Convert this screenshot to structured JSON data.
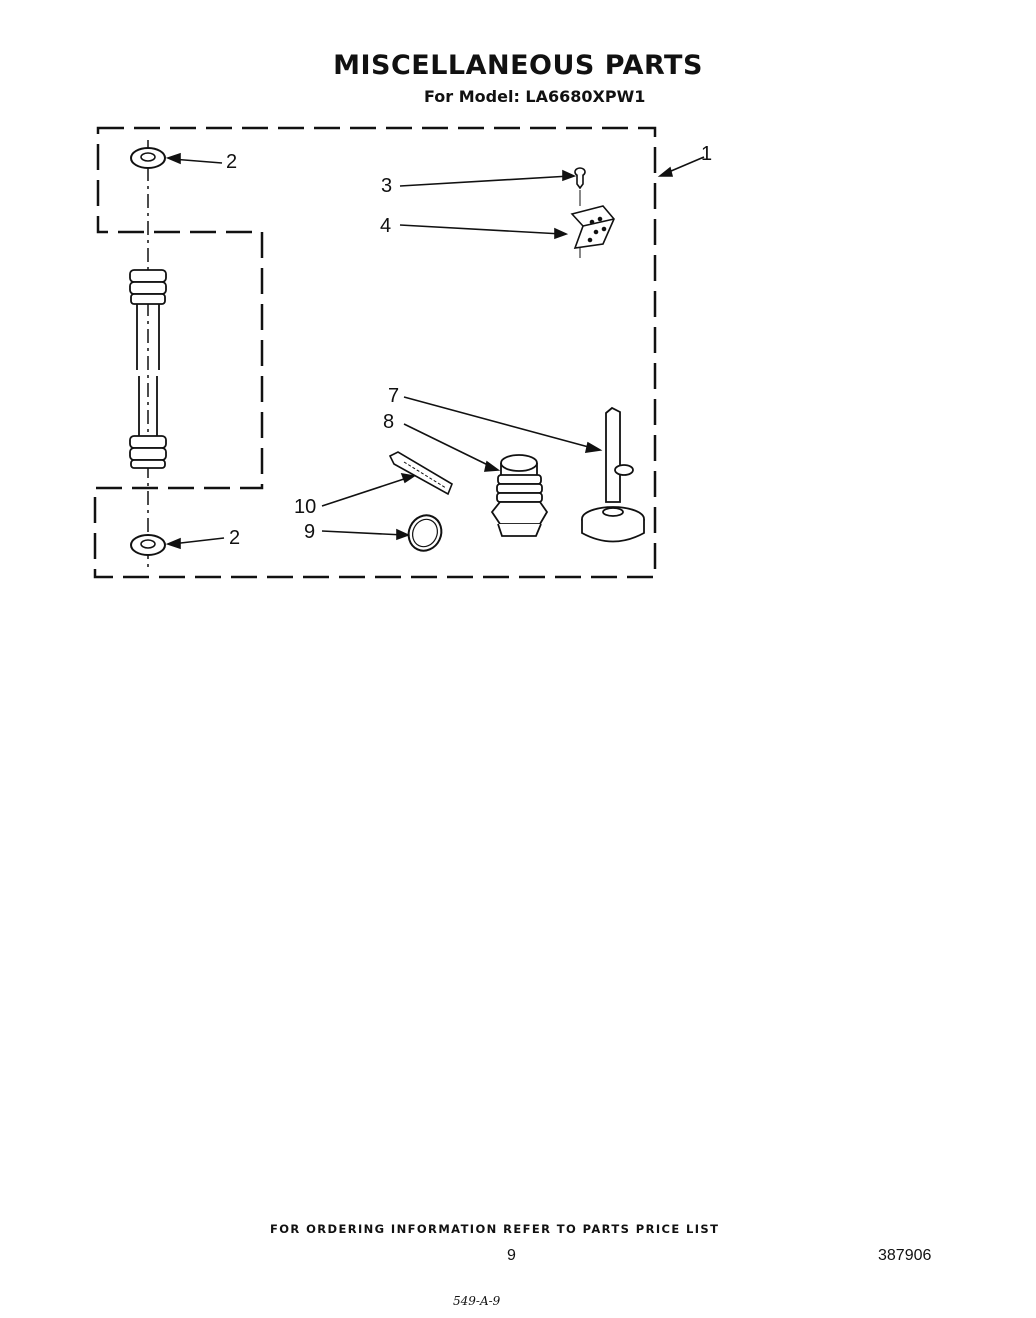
{
  "header": {
    "title": "MISCELLANEOUS PARTS",
    "subtitle": "For Model: LA6680XPW1"
  },
  "callouts": {
    "c1": "1",
    "c2_top": "2",
    "c2_bottom": "2",
    "c3": "3",
    "c4": "4",
    "c7": "7",
    "c8": "8",
    "c9": "9",
    "c10": "10"
  },
  "footer": {
    "ordering_note": "FOR ORDERING INFORMATION REFER TO PARTS PRICE LIST",
    "page_number": "9",
    "document_number": "387906",
    "handwritten_mark": "549-A-9"
  }
}
